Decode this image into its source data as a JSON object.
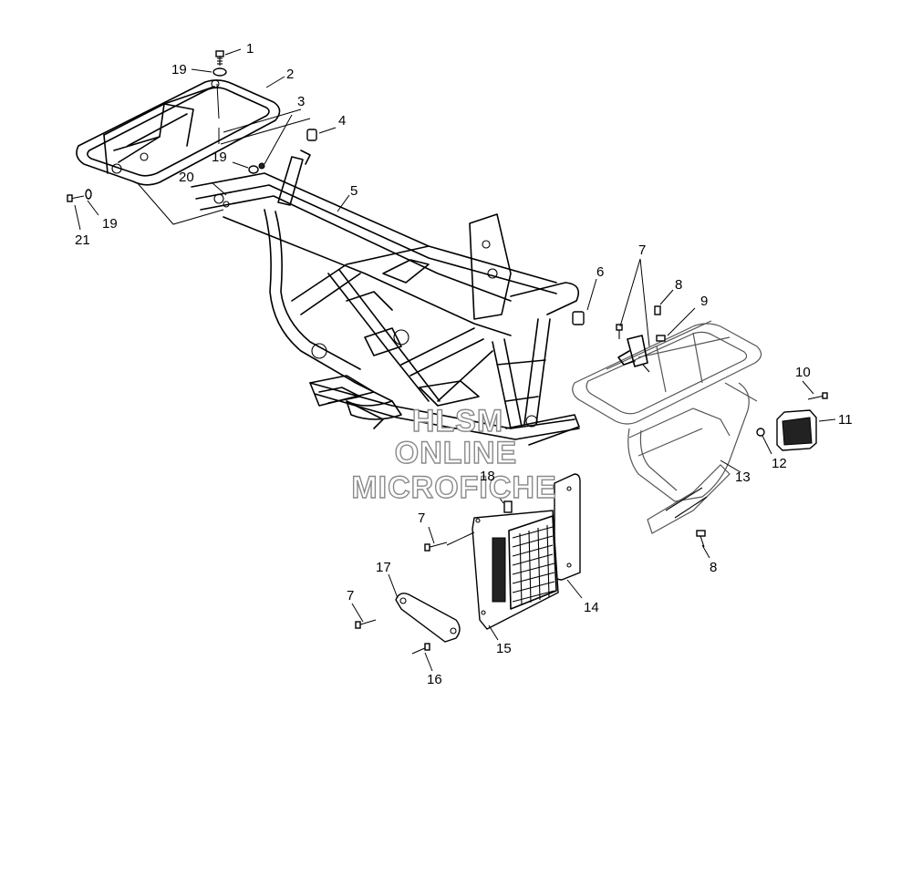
{
  "diagram": {
    "type": "exploded-parts-diagram",
    "callouts": [
      {
        "id": "c1",
        "text": "1"
      },
      {
        "id": "c2",
        "text": "2"
      },
      {
        "id": "c3",
        "text": "3"
      },
      {
        "id": "c4",
        "text": "4"
      },
      {
        "id": "c5",
        "text": "5"
      },
      {
        "id": "c6",
        "text": "6"
      },
      {
        "id": "c7a",
        "text": "7"
      },
      {
        "id": "c7b",
        "text": "7"
      },
      {
        "id": "c7c",
        "text": "7"
      },
      {
        "id": "c8a",
        "text": "8"
      },
      {
        "id": "c8b",
        "text": "8"
      },
      {
        "id": "c9",
        "text": "9"
      },
      {
        "id": "c10",
        "text": "10"
      },
      {
        "id": "c11",
        "text": "11"
      },
      {
        "id": "c12",
        "text": "12"
      },
      {
        "id": "c13",
        "text": "13"
      },
      {
        "id": "c14",
        "text": "14"
      },
      {
        "id": "c15",
        "text": "15"
      },
      {
        "id": "c16",
        "text": "16"
      },
      {
        "id": "c17",
        "text": "17"
      },
      {
        "id": "c18",
        "text": "18"
      },
      {
        "id": "c19a",
        "text": "19"
      },
      {
        "id": "c19b",
        "text": "19"
      },
      {
        "id": "c19c",
        "text": "19"
      },
      {
        "id": "c20",
        "text": "20"
      },
      {
        "id": "c21",
        "text": "21"
      }
    ],
    "watermark": [
      "HLSM",
      "ONLINE",
      "MICROFICHE"
    ]
  }
}
